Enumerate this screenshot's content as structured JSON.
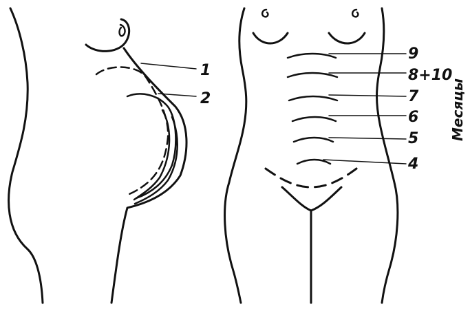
{
  "labels": {
    "side": [
      "1",
      "2"
    ],
    "front": [
      "9",
      "8+10",
      "7",
      "6",
      "5",
      "4"
    ],
    "axis_title": "Месяцы"
  },
  "colors": {
    "line": "#111111",
    "background": "#ffffff"
  }
}
